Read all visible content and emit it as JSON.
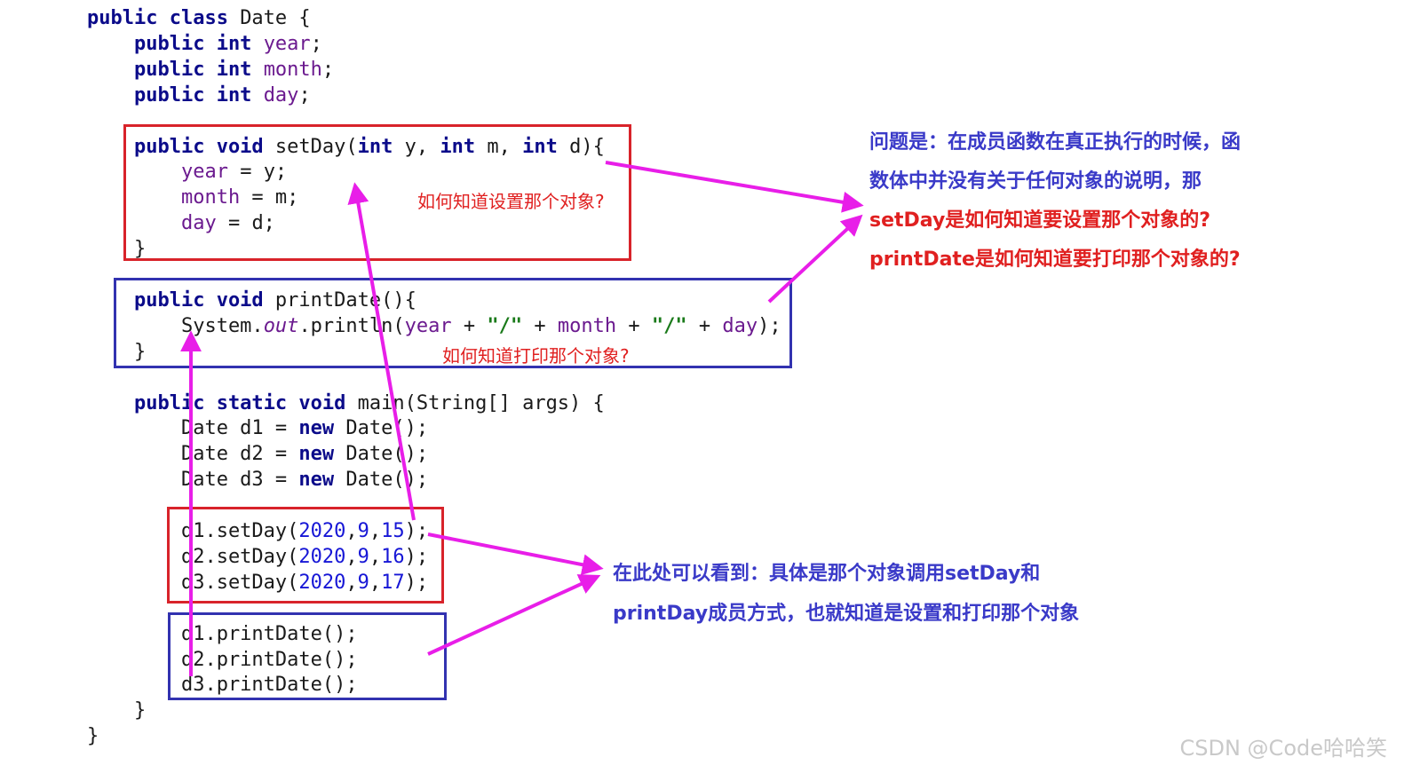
{
  "code_lines": [
    [
      {
        "t": "public class ",
        "c": "kw"
      },
      {
        "t": "Date {",
        "c": "plain"
      }
    ],
    [
      {
        "t": "    public int ",
        "c": "kw"
      },
      {
        "t": "year",
        "c": "field"
      },
      {
        "t": ";",
        "c": "plain"
      }
    ],
    [
      {
        "t": "    public int ",
        "c": "kw"
      },
      {
        "t": "month",
        "c": "field"
      },
      {
        "t": ";",
        "c": "plain"
      }
    ],
    [
      {
        "t": "    public int ",
        "c": "kw"
      },
      {
        "t": "day",
        "c": "field"
      },
      {
        "t": ";",
        "c": "plain"
      }
    ],
    [],
    [
      {
        "t": "    public void ",
        "c": "kw"
      },
      {
        "t": "setDay(",
        "c": "plain"
      },
      {
        "t": "int ",
        "c": "kw"
      },
      {
        "t": "y, ",
        "c": "plain"
      },
      {
        "t": "int ",
        "c": "kw"
      },
      {
        "t": "m, ",
        "c": "plain"
      },
      {
        "t": "int ",
        "c": "kw"
      },
      {
        "t": "d){",
        "c": "plain"
      }
    ],
    [
      {
        "t": "        year",
        "c": "field"
      },
      {
        "t": " = y;",
        "c": "plain"
      }
    ],
    [
      {
        "t": "        month",
        "c": "field"
      },
      {
        "t": " = m;",
        "c": "plain"
      }
    ],
    [
      {
        "t": "        day",
        "c": "field"
      },
      {
        "t": " = d;",
        "c": "plain"
      }
    ],
    [
      {
        "t": "    }",
        "c": "plain"
      }
    ],
    [],
    [
      {
        "t": "    public void ",
        "c": "kw"
      },
      {
        "t": "printDate(){",
        "c": "plain"
      }
    ],
    [
      {
        "t": "        System.",
        "c": "plain"
      },
      {
        "t": "out",
        "c": "italic-field"
      },
      {
        "t": ".println(",
        "c": "plain"
      },
      {
        "t": "year",
        "c": "field"
      },
      {
        "t": " + ",
        "c": "plain"
      },
      {
        "t": "\"/\"",
        "c": "str"
      },
      {
        "t": " + ",
        "c": "plain"
      },
      {
        "t": "month",
        "c": "field"
      },
      {
        "t": " + ",
        "c": "plain"
      },
      {
        "t": "\"/\"",
        "c": "str"
      },
      {
        "t": " + ",
        "c": "plain"
      },
      {
        "t": "day",
        "c": "field"
      },
      {
        "t": ");",
        "c": "plain"
      }
    ],
    [
      {
        "t": "    }",
        "c": "plain"
      }
    ],
    [],
    [
      {
        "t": "    public static void ",
        "c": "kw"
      },
      {
        "t": "main(String[] args) {",
        "c": "plain"
      }
    ],
    [
      {
        "t": "        Date d1 = ",
        "c": "plain"
      },
      {
        "t": "new ",
        "c": "kw"
      },
      {
        "t": "Date();",
        "c": "plain"
      }
    ],
    [
      {
        "t": "        Date d2 = ",
        "c": "plain"
      },
      {
        "t": "new ",
        "c": "kw"
      },
      {
        "t": "Date();",
        "c": "plain"
      }
    ],
    [
      {
        "t": "        Date d3 = ",
        "c": "plain"
      },
      {
        "t": "new ",
        "c": "kw"
      },
      {
        "t": "Date();",
        "c": "plain"
      }
    ],
    [],
    [
      {
        "t": "        d1.setDay(",
        "c": "plain"
      },
      {
        "t": "2020",
        "c": "num"
      },
      {
        "t": ",",
        "c": "plain"
      },
      {
        "t": "9",
        "c": "num"
      },
      {
        "t": ",",
        "c": "plain"
      },
      {
        "t": "15",
        "c": "num"
      },
      {
        "t": ");",
        "c": "plain"
      }
    ],
    [
      {
        "t": "        d2.setDay(",
        "c": "plain"
      },
      {
        "t": "2020",
        "c": "num"
      },
      {
        "t": ",",
        "c": "plain"
      },
      {
        "t": "9",
        "c": "num"
      },
      {
        "t": ",",
        "c": "plain"
      },
      {
        "t": "16",
        "c": "num"
      },
      {
        "t": ");",
        "c": "plain"
      }
    ],
    [
      {
        "t": "        d3.setDay(",
        "c": "plain"
      },
      {
        "t": "2020",
        "c": "num"
      },
      {
        "t": ",",
        "c": "plain"
      },
      {
        "t": "9",
        "c": "num"
      },
      {
        "t": ",",
        "c": "plain"
      },
      {
        "t": "17",
        "c": "num"
      },
      {
        "t": ");",
        "c": "plain"
      }
    ],
    [],
    [
      {
        "t": "        d1.printDate();",
        "c": "plain"
      }
    ],
    [
      {
        "t": "        d2.printDate();",
        "c": "plain"
      }
    ],
    [
      {
        "t": "        d3.printDate();",
        "c": "plain"
      }
    ],
    [
      {
        "t": "    }",
        "c": "plain"
      }
    ],
    [
      {
        "t": "}",
        "c": "plain"
      }
    ]
  ],
  "notes": {
    "setday_question": "如何知道设置那个对象?",
    "print_question": "如何知道打印那个对象?",
    "question_line1": "问题是：在成员函数在真正执行的时候，函",
    "question_line2": "数体中并没有关于任何对象的说明，那",
    "question_line3": "setDay是如何知道要设置那个对象的?",
    "question_line4": "printDate是如何知道要打印那个对象的?",
    "answer_line1": "在此处可以看到：具体是那个对象调用setDay和",
    "answer_line2": "printDay成员方式，也就知道是设置和打印那个对象"
  },
  "watermark": "CSDN @Code哈哈笑",
  "colors": {
    "keyword": "#0b0b8a",
    "field": "#6b1a8f",
    "number": "#1616d6",
    "string": "#1a7a1a",
    "red_box": "#d8232a",
    "blue_box": "#3232b0",
    "arrow": "#e81ee8",
    "note_blue": "#3a3ac8",
    "note_red": "#e02020"
  }
}
